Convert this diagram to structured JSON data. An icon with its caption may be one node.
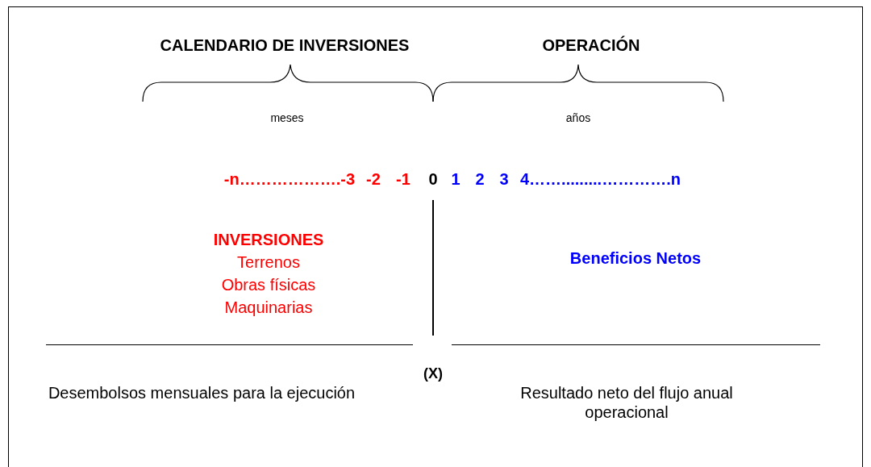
{
  "diagram": {
    "labels": [
      "CALENDARIO DE INVERSIONES",
      "OPERACIÓN",
      "meses",
      "años",
      "-n……………….-3",
      "-2",
      "-1",
      "0",
      "1",
      "2",
      "3",
      "4…….........………….n",
      "INVERSIONES",
      "Terrenos",
      "Obras físicas",
      "Maquinarias",
      "Beneficios Netos",
      "(X)",
      "Desembolsos mensuales para la ejecución",
      "Resultado neto del flujo anual operacional"
    ]
  }
}
